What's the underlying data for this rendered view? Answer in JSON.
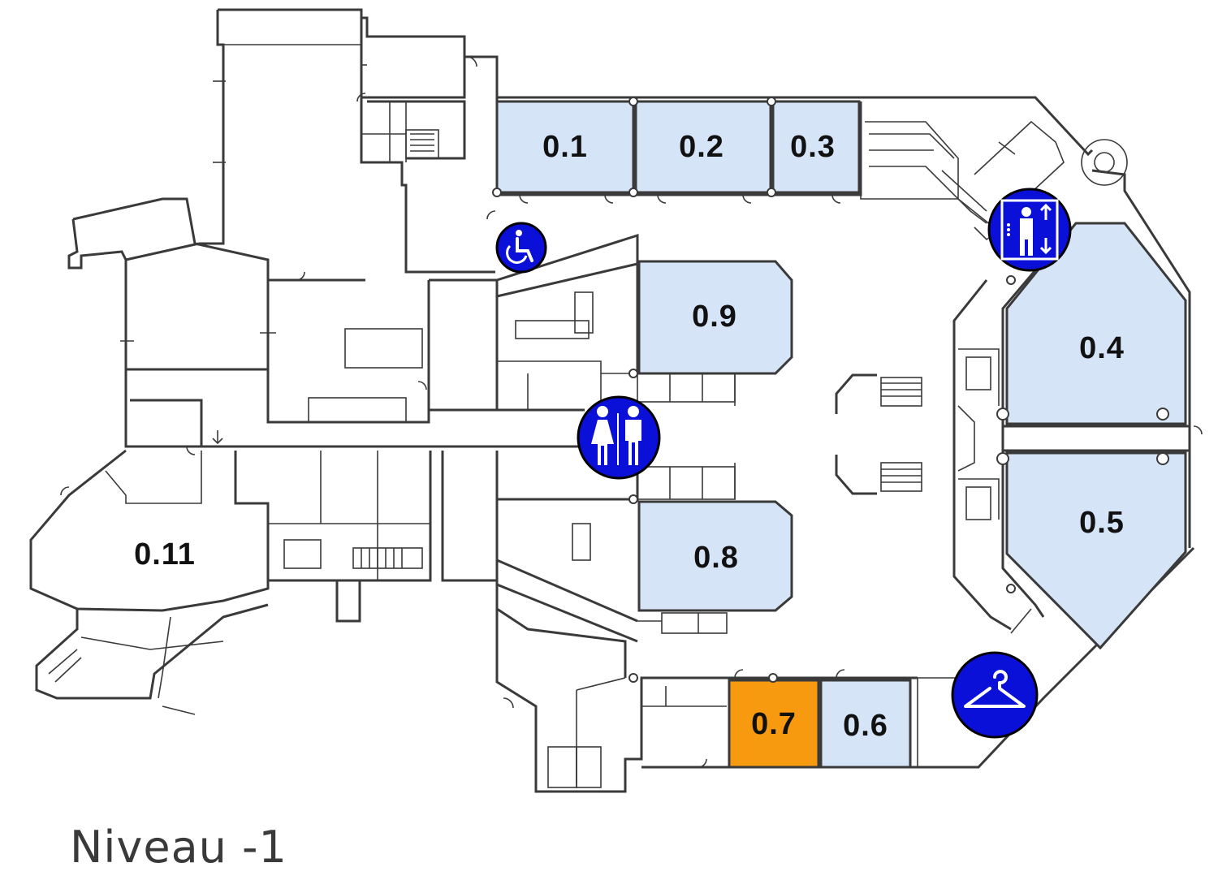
{
  "colors": {
    "room": "#d6e4f7",
    "highlight": "#f79a10",
    "icon": "#0a10d8",
    "wall": "#3a3a3a"
  },
  "rooms": [
    {
      "id": "r01",
      "label": "0.1",
      "highlighted": false
    },
    {
      "id": "r02",
      "label": "0.2",
      "highlighted": false
    },
    {
      "id": "r03",
      "label": "0.3",
      "highlighted": false
    },
    {
      "id": "r04",
      "label": "0.4",
      "highlighted": false
    },
    {
      "id": "r05",
      "label": "0.5",
      "highlighted": false
    },
    {
      "id": "r06",
      "label": "0.6",
      "highlighted": false
    },
    {
      "id": "r07",
      "label": "0.7",
      "highlighted": true
    },
    {
      "id": "r08",
      "label": "0.8",
      "highlighted": false
    },
    {
      "id": "r09",
      "label": "0.9",
      "highlighted": false
    },
    {
      "id": "r11",
      "label": "0.11",
      "highlighted": false
    }
  ],
  "icons": [
    "wheelchair-icon",
    "restroom-icon",
    "elevator-icon",
    "cloakroom-icon"
  ],
  "level": {
    "label": "Niveau -1"
  }
}
